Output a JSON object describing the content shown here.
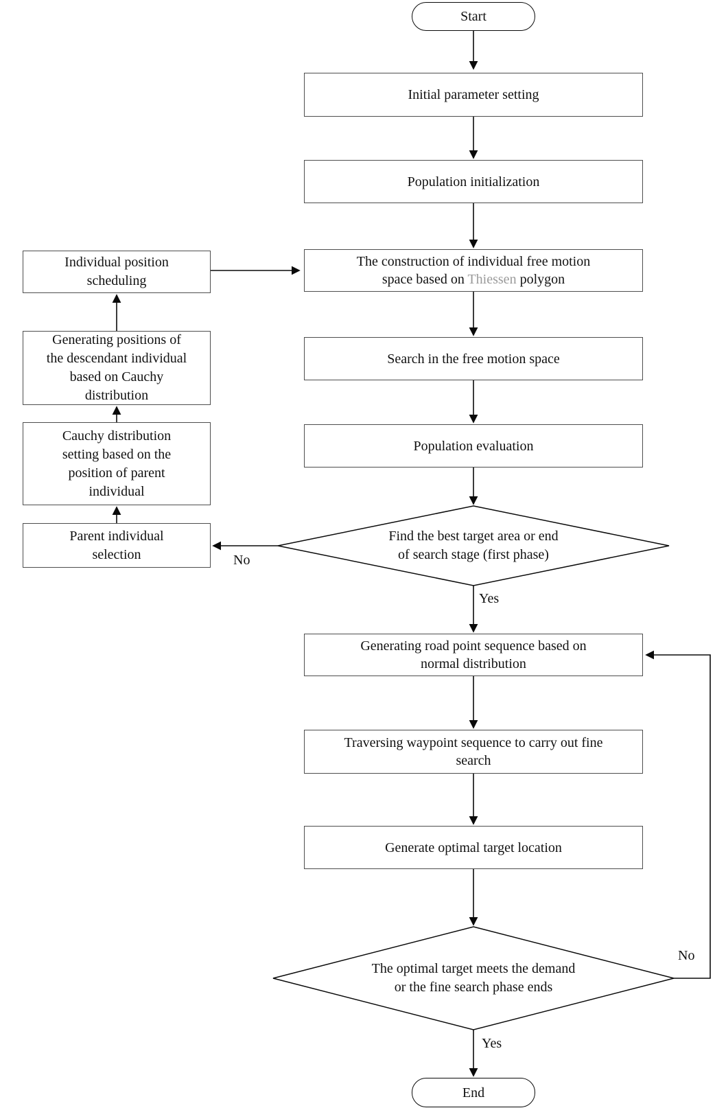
{
  "figure": {
    "type": "flowchart",
    "colors": {
      "background": "#ffffff",
      "connector_line": "#0a0a0a",
      "box_border": "#4d4d4d",
      "box_fill": "#ffffff",
      "text": "#111111",
      "highlight_word": "#9a9a9a"
    },
    "nodes": {
      "start": {
        "label": "Start"
      },
      "initial_parameter_setting": {
        "label": "Initial parameter setting"
      },
      "population_initialization": {
        "label": "Population initialization"
      },
      "free_motion_space_construction": {
        "line1": "The construction of individual free motion",
        "line2_prefix": "space based on ",
        "line2_highlight": "Thiessen",
        "line2_suffix": " polygon"
      },
      "search_free_motion_space": {
        "label": "Search in the free motion space"
      },
      "population_evaluation": {
        "label": "Population evaluation"
      },
      "decision_first_phase": {
        "line1": "Find the best target area or end",
        "line2": "of search stage (first phase)"
      },
      "generating_road_point_sequence": {
        "line1": "Generating road point sequence based on",
        "line2": "normal distribution"
      },
      "traversing_waypoint_sequence": {
        "line1": "Traversing waypoint sequence to carry out fine",
        "line2": "search"
      },
      "generate_optimal_target_location": {
        "label": "Generate optimal target location"
      },
      "decision_fine_search": {
        "line1": "The optimal target meets the demand",
        "line2": "or the fine search phase ends"
      },
      "end": {
        "label": "End"
      },
      "individual_position_scheduling": {
        "line1": "Individual position",
        "line2": "scheduling"
      },
      "generating_descendant_positions": {
        "line1": "Generating positions of",
        "line2": "the descendant individual",
        "line3": "based on Cauchy",
        "line4": "distribution"
      },
      "cauchy_distribution_setting": {
        "line1": "Cauchy distribution",
        "line2": "setting based on the",
        "line3": "position of parent",
        "line4": "individual"
      },
      "parent_individual_selection": {
        "line1": "Parent individual",
        "line2": "selection"
      }
    },
    "edge_labels": {
      "first_phase_yes": "Yes",
      "first_phase_no": "No",
      "fine_search_yes": "Yes",
      "fine_search_no": "No"
    }
  }
}
